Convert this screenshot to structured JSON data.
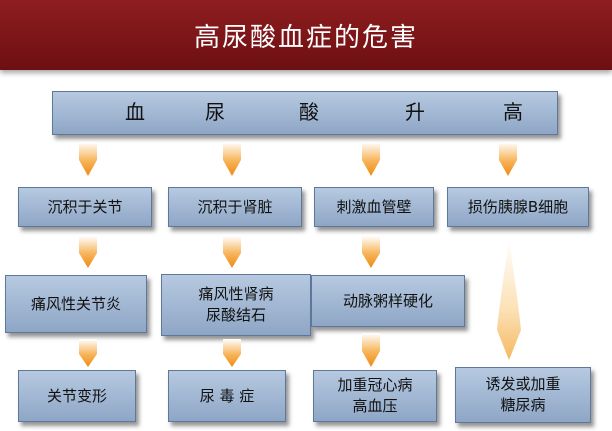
{
  "title": "高尿酸血症的危害",
  "top": {
    "chars": [
      "血",
      "尿",
      "酸",
      "升",
      "高"
    ]
  },
  "boxes": {
    "r1c1": "沉积于关节",
    "r1c2": "沉积于肾脏",
    "r1c3": "刺激血管壁",
    "r1c4": "损伤胰腺B细胞",
    "r2c1": "痛风性关节炎",
    "r2c2_l1": "痛风性肾病",
    "r2c2_l2": "尿酸结石",
    "r2c3": "动脉粥样硬化",
    "r3c1": "关节变形",
    "r3c2": "尿 毒 症",
    "r3c3_l1": "加重冠心病",
    "r3c3_l2": "高血压",
    "r3c4_l1": "诱发或加重",
    "r3c4_l2": "糖尿病"
  },
  "colors": {
    "title_bg": "#7a1416",
    "box_fill": "#a4bad6",
    "arrow": "#f29a22"
  }
}
